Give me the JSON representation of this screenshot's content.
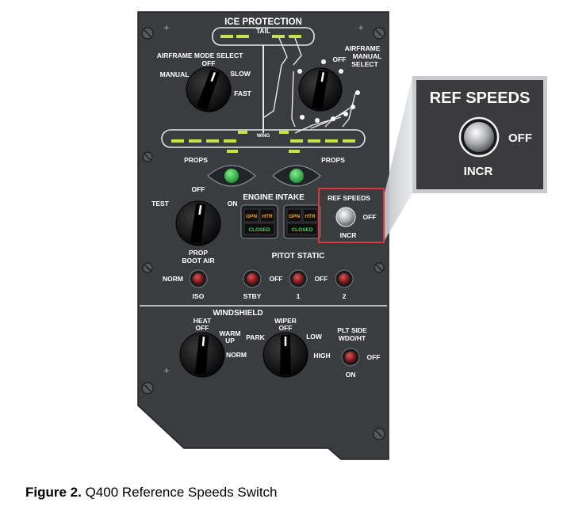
{
  "panel": {
    "title": "ICE PROTECTION",
    "tail_label": "TAIL",
    "wing_label": "WING",
    "airframe_mode": {
      "title": "AIRFRAME MODE SELECT",
      "off": "OFF",
      "manual": "MANUAL",
      "slow": "SLOW",
      "fast": "FAST"
    },
    "airframe_manual": {
      "title_line1": "AIRFRAME",
      "title_line2": "MANUAL",
      "title_line3": "SELECT",
      "off": "OFF"
    },
    "props_left": "PROPS",
    "props_right": "PROPS",
    "engine_intake": {
      "title": "ENGINE INTAKE",
      "left": {
        "opn": "OPN",
        "htr": "HTR",
        "closed": "CLOSED"
      },
      "right": {
        "opn": "OPN",
        "htr": "HTR",
        "closed": "CLOSED"
      }
    },
    "prop_knob": {
      "off": "OFF",
      "test": "TEST",
      "on": "ON"
    },
    "ref_speeds": {
      "title": "REF SPEEDS",
      "off": "OFF",
      "incr": "INCR"
    },
    "boot_air": {
      "title_line1": "PROP",
      "title_line2": "BOOT AIR",
      "norm": "NORM",
      "iso": "ISO"
    },
    "pitot_static": {
      "title": "PITOT STATIC",
      "stby": "STBY",
      "off1": "OFF",
      "one": "1",
      "off2": "OFF",
      "two": "2"
    },
    "windshield": {
      "title": "WINDSHIELD",
      "heat_off_line1": "HEAT",
      "heat_off_line2": "OFF",
      "warm_up_line1": "WARM",
      "warm_up_line2": "UP",
      "norm": "NORM",
      "wiper_off_line1": "WIPER",
      "wiper_off_line2": "OFF",
      "park": "PARK",
      "low": "LOW",
      "high": "HIGH",
      "plt_side_line1": "PLT SIDE",
      "plt_side_line2": "WDO/HT",
      "plt_off": "OFF",
      "plt_on": "ON"
    }
  },
  "callout": {
    "title": "REF SPEEDS",
    "off": "OFF",
    "incr": "INCR"
  },
  "caption": {
    "label": "Figure 2.",
    "text": " Q400 Reference Speeds Switch"
  },
  "colors": {
    "panel": "#3a3c3f",
    "callout_bg": "#3b3b3e",
    "highlight": "#d9363e",
    "segment": "#c8e24a",
    "green_light": "#2fb84a",
    "amber": "#f4a21e",
    "closed_green": "#3fd35a",
    "red_button": "#8e1e22"
  }
}
